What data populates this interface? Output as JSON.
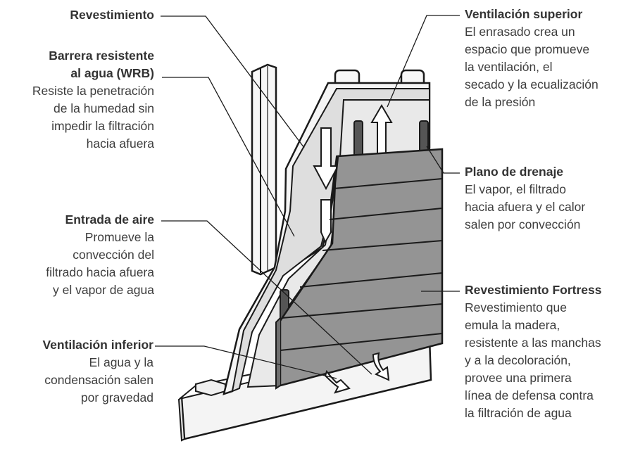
{
  "colors": {
    "outline": "#1a1a1a",
    "siding": "#8f8f8f",
    "siding_light": "#a3a3a3",
    "wrb": "#dcdcdc",
    "sheathing": "#efefef",
    "text": "#3d3d3d"
  },
  "labels": {
    "revestimiento": {
      "title": "Revestimiento"
    },
    "wrb": {
      "title_line1": "Barrera resistente",
      "title_line2": "al agua (WRB)",
      "desc": [
        "Resiste la penetración",
        "de la humedad sin",
        "impedir la filtración",
        "hacia afuera"
      ]
    },
    "entrada_aire": {
      "title": "Entrada de aire",
      "desc": [
        "Promueve la",
        "convección del",
        "filtrado hacia afuera",
        "y el vapor de agua"
      ]
    },
    "ventilacion_inferior": {
      "title": "Ventilación inferior",
      "desc": [
        "El agua y la",
        "condensación salen",
        "por gravedad"
      ]
    },
    "ventilacion_superior": {
      "title": "Ventilación superior",
      "desc": [
        "El enrasado crea un",
        "espacio que promueve",
        "la ventilación, el",
        "secado y la ecualización",
        "de la presión"
      ]
    },
    "plano_drenaje": {
      "title": "Plano de drenaje",
      "desc": [
        "El vapor, el filtrado",
        "hacia afuera y el calor",
        "salen por convección"
      ]
    },
    "revestimiento_fortress": {
      "title": "Revestimiento Fortress",
      "desc": [
        "Revestimiento que",
        "emula la madera,",
        "resistente a las manchas",
        "y a la decoloración,",
        "provee una primera",
        "línea de defensa contra",
        "la filtración de agua"
      ]
    }
  }
}
